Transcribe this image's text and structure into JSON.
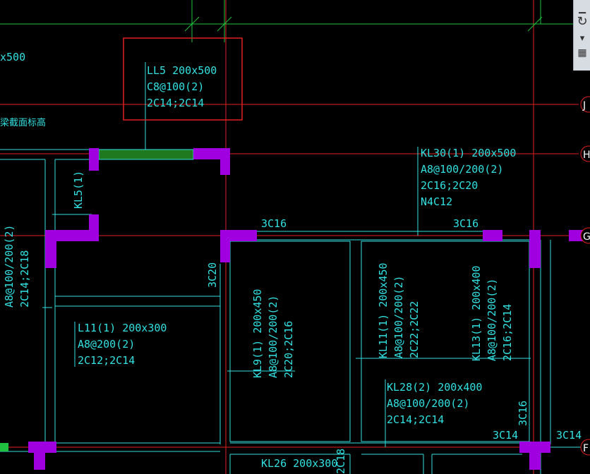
{
  "viewport": {
    "bg": "#000000",
    "grid_color": "#e02020",
    "beam_color": "#33e0e0",
    "column_color": "#a000e0"
  },
  "labels": {
    "ll5_name": "LL5 200x500",
    "ll5_stirrup": "C8@100(2)",
    "ll5_bars": "2C14;2C14",
    "partial_x500": "x500",
    "tiny_note": "梁截面标高",
    "kl30_name": "KL30(1) 200x500",
    "kl30_stirrup": "A8@100/200(2)",
    "kl30_bars": "2C16;2C20",
    "kl30_side": "N4C12",
    "top_3c16_a": "3C16",
    "top_3c16_b": "3C16",
    "kl5": "KL5(1)",
    "c3c20": "3C20",
    "left_a": "A8@100/200(2)",
    "left_b": "2C14;2C18",
    "l11_name": "L11(1) 200x300",
    "l11_stirrup": "A8@200(2)",
    "l11_bars": "2C12;2C14",
    "kl9_name": "KL9(1) 200x450",
    "kl9_stirrup": "A8@100/200(2)",
    "kl9_bars": "2C20;2C16",
    "kl11_name": "KL11(1) 200x450",
    "kl11_stirrup": "A8@100/200(2)",
    "kl11_bars": "2C22;2C22",
    "kl13_name": "KL13(1) 200x400",
    "kl13_stirrup": "A8@100/200(2)",
    "kl13_bars": "2C16;2C14",
    "kl28_name": "KL28(2) 200x400",
    "kl28_stirrup": "A8@100/200(2)",
    "kl28_bars": "2C14;2C14",
    "bot_3c14_a": "3C14",
    "bot_3c14_b": "3C14",
    "bot_3c16": "3C16",
    "kl26_name": "KL26 200x300",
    "kl26_side": "2C18"
  },
  "axis_bubbles": {
    "j": "J",
    "h": "H",
    "g": "G",
    "f": "F"
  }
}
